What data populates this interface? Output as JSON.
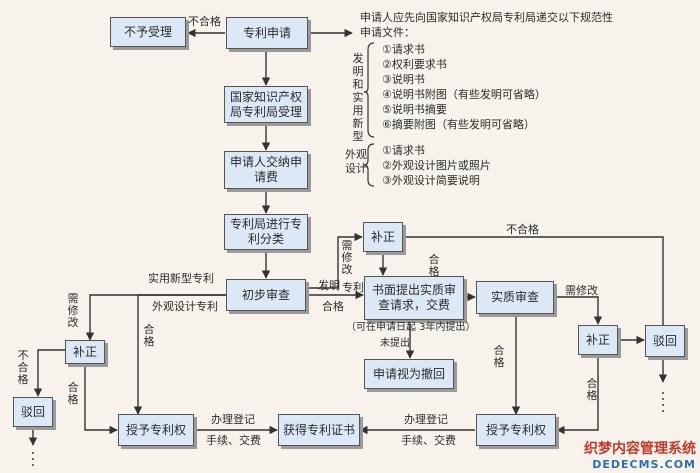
{
  "boxes": {
    "patent_application": "专利申请",
    "reject_top": "不予受理",
    "sipo_accept": "国家知识产权局专利局受理",
    "pay_fee": "申请人交纳申请费",
    "classification": "专利局进行专利分类",
    "preliminary_exam": "初步审查",
    "supplement_top": "补正",
    "written_request": "书面提出实质审查请求，交费",
    "deemed_withdrawn": "申请视为撤回",
    "substantive_exam": "实质审查",
    "supplement_right": "补正",
    "reject_right": "驳回",
    "supplement_left": "补正",
    "reject_left": "驳回",
    "grant_left": "授予专利权",
    "certificate": "获得专利证书",
    "grant_right": "授予专利权"
  },
  "labels": {
    "fail_top": "不合格",
    "fail_top_right": "不合格",
    "utility_model": "实用新型专利",
    "design_patent": "外观设计专利",
    "invention_patent_1": "发明",
    "invention_patent_2": "专利",
    "qualified_to_request": "合格",
    "needs_revision_pre": "需修改",
    "qualified_supplement_top": "合格",
    "within_3_years": "（可在申请日起 3年内提出）",
    "not_filed": "未提出",
    "qualified_substantive": "合格",
    "needs_revision_sub": "需修改",
    "qualified_right": "合格",
    "needs_revision_left": "需修改",
    "qualified_left_vertical": "合格",
    "fail_left": "不合格",
    "qualified_left_supp": "合格",
    "register_left_1": "办理登记",
    "register_left_2": "手续、交费",
    "register_right_1": "办理登记",
    "register_right_2": "手续、交费"
  },
  "docs": {
    "intro": "申请人应先向国家知识产权局专利局递交以下规范性申请文件：",
    "invention_group_label": "发明和实用新型",
    "invention_items": [
      "①请求书",
      "②权利要求书",
      "③说明书",
      "④说明书附图（有些发明可省略）",
      "⑤说明书摘要",
      "⑥摘要附图（有些发明可省略）"
    ],
    "design_group_label": "外观设计",
    "design_items": [
      "①请求书",
      "②外观设计图片或照片",
      "③外观设计简要说明"
    ]
  },
  "watermark": {
    "line1": "织梦内容管理系统",
    "line2": "DEDECMS.COM"
  },
  "colors": {
    "box_fill": "#dde8f7",
    "line": "#333333",
    "shadow": "#9a9a9a"
  }
}
